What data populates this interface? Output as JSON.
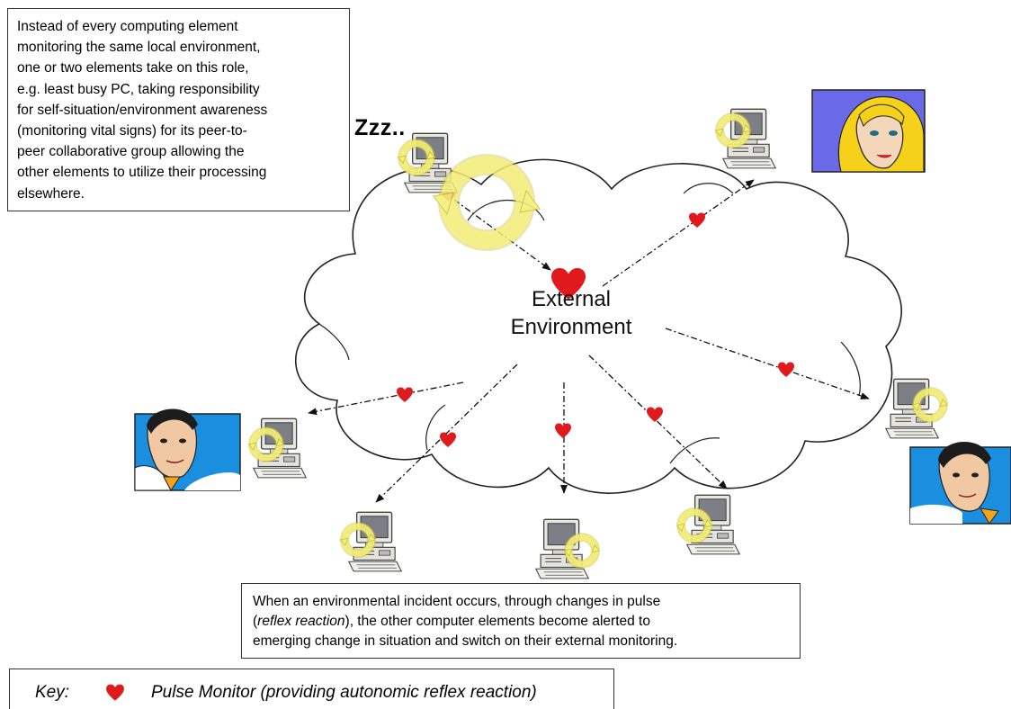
{
  "top_note": {
    "lines": [
      "Instead of every computing element",
      "monitoring the same local environment,",
      "one or two elements take on this role,",
      "e.g. least busy PC, taking responsibility",
      "for self-situation/environment awareness",
      "(monitoring vital signs) for its peer-to-",
      "peer collaborative group allowing the",
      "other elements to utilize their processing",
      "elsewhere."
    ]
  },
  "sleep_label": "Zzz..",
  "cloud": {
    "label_line1": "External",
    "label_line2": "Environment"
  },
  "bottom_note": {
    "line1": "When an environmental incident occurs, through changes in pulse",
    "line2_open": "(",
    "line2_em": "reflex reaction",
    "line2_rest": "), the other computer elements become alerted to",
    "line3": "emerging change in situation and switch on their external monitoring."
  },
  "key": {
    "label": "Key:",
    "text": "Pulse Monitor (providing autonomic reflex reaction)"
  },
  "colors": {
    "heart": "#e0191d",
    "ring": "#f2ee7a",
    "ring_stroke": "#c9c23a",
    "person_bg_blue": "#1a8fe0",
    "woman_bg": "#6a6ae8",
    "woman_hair": "#f6d11a"
  },
  "icons": [
    "heart-icon",
    "computer-icon",
    "monitoring-ring-icon",
    "person-portrait-icon",
    "arrow-icon"
  ]
}
